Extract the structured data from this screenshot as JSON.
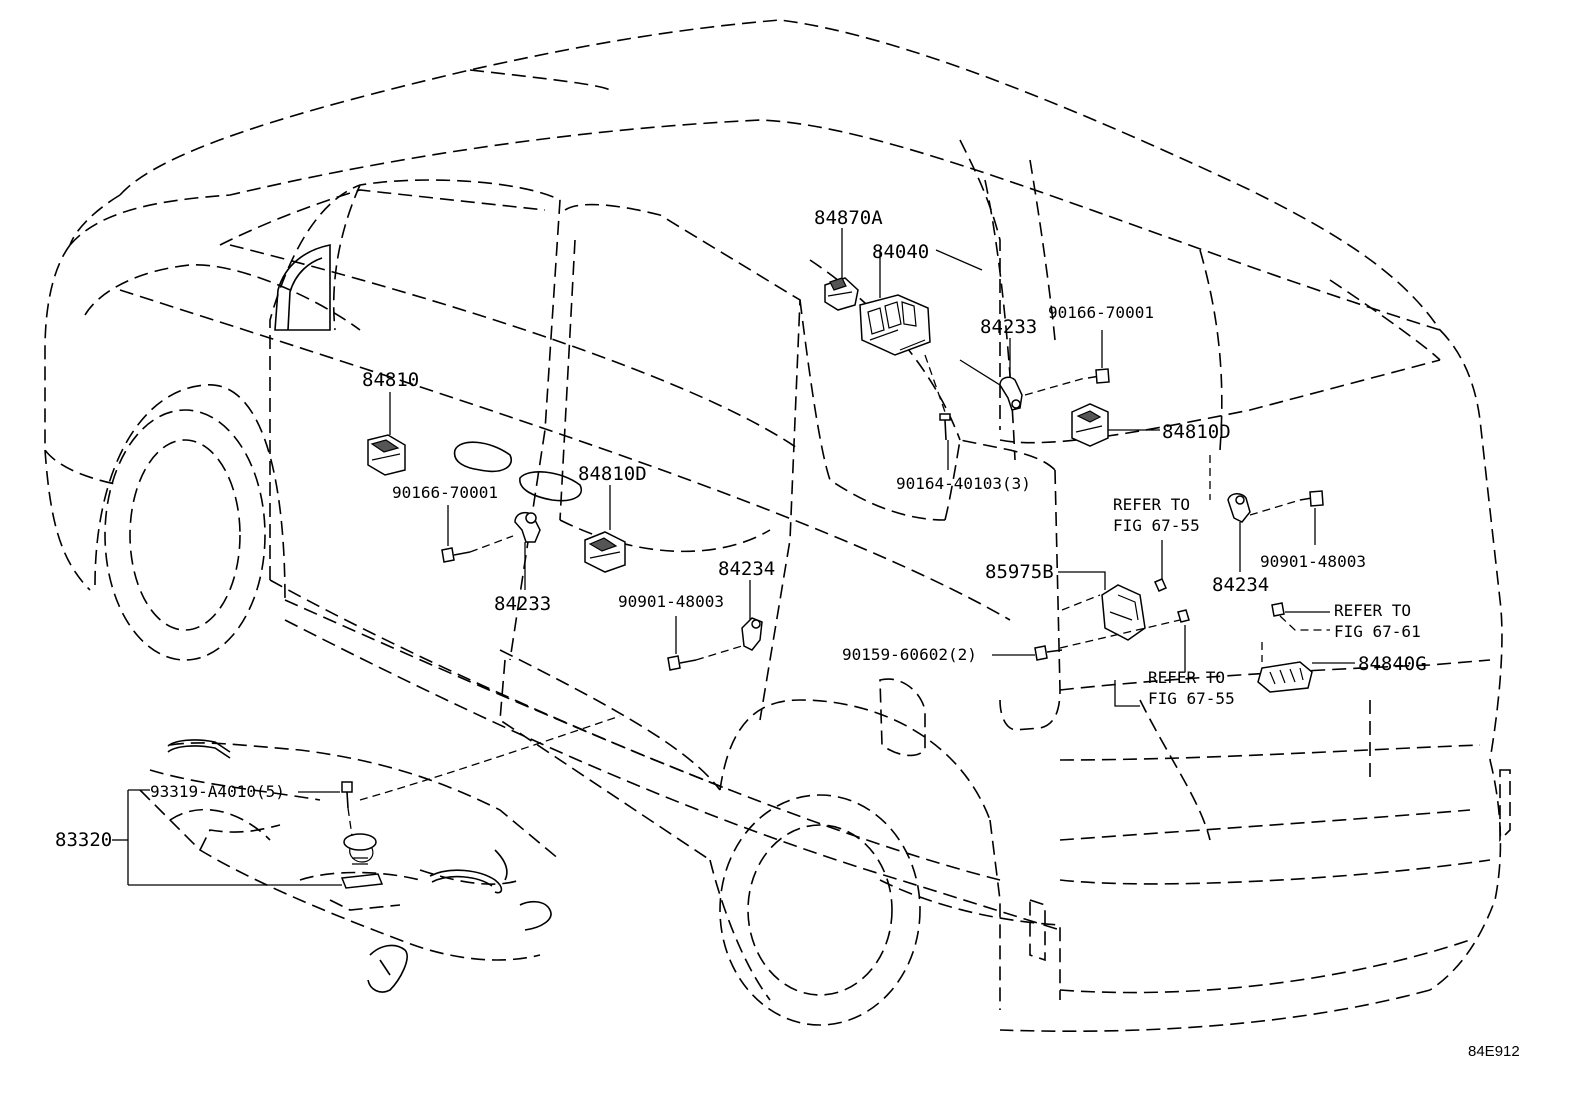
{
  "diagram_id": "84E912",
  "callouts": {
    "p84870A": "84870A",
    "p84040": "84040",
    "p84233_upper": "84233",
    "p90166_upper": "90166-70001",
    "p84810": "84810",
    "p84810D_right": "84810D",
    "p90166_left": "90166-70001",
    "p84810D_mid": "84810D",
    "p90164": "90164-40103(3)",
    "p84233_lower": "84233",
    "p84234_mid": "84234",
    "p90901_mid": "90901-48003",
    "p85975B": "85975B",
    "p84234_right": "84234",
    "p90901_right": "90901-48003",
    "p90159": "90159-60602(2)",
    "p84840G": "84840G",
    "p93319": "93319-A4010(5)",
    "p83320": "83320"
  },
  "references": {
    "ref_upper_line1": "REFER TO",
    "ref_upper_line2": "FIG 67-55",
    "ref_right_line1": "REFER TO",
    "ref_right_line2": "FIG 67-61",
    "ref_lower_line1": "REFER TO",
    "ref_lower_line2": "FIG 67-55"
  }
}
